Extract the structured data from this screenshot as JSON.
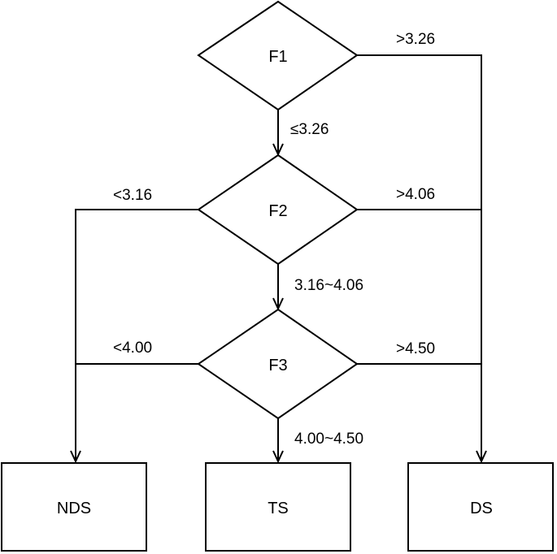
{
  "nodes": {
    "f1": "F1",
    "f2": "F2",
    "f3": "F3",
    "nds": "NDS",
    "ts": "TS",
    "ds": "DS"
  },
  "edges": {
    "f1_right": ">3.26",
    "f1_down": "≤3.26",
    "f2_left": "<3.16",
    "f2_right": ">4.06",
    "f2_down": "3.16~4.06",
    "f3_left": "<4.00",
    "f3_right": ">4.50",
    "f3_down": "4.00~4.50"
  }
}
